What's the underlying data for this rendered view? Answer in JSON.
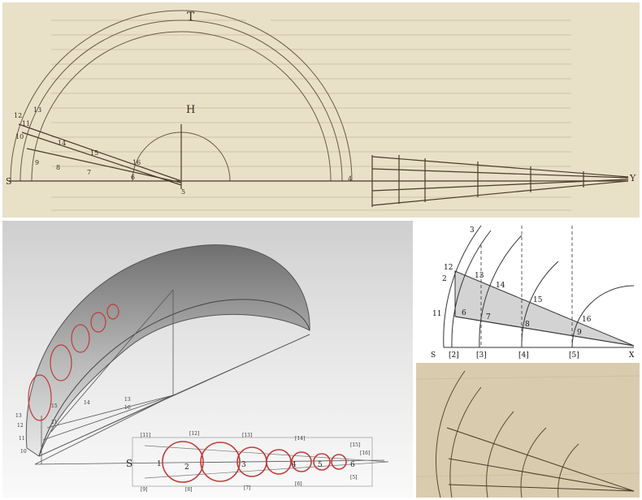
{
  "manuscript": {
    "letter_T": "T",
    "letter_H": "H",
    "point_S": "S",
    "point_Y": "Y",
    "nums": [
      "12",
      "11",
      "10",
      "13",
      "14",
      "15",
      "16",
      "9",
      "8",
      "7",
      "6",
      "5",
      "4"
    ]
  },
  "model3d": {
    "side_nums": [
      "13",
      "12",
      "11",
      "10"
    ],
    "ray_nums": [
      "15",
      "14",
      "13",
      "16",
      "11"
    ],
    "legend": [
      "[11]",
      "[12]",
      "[13]",
      "[14]",
      "[15]",
      "[16]"
    ],
    "under": [
      "[9]",
      "[8]",
      "[7]",
      "[6]",
      "[5]"
    ],
    "circle_nums": [
      "1",
      "2",
      "3",
      "4",
      "5",
      "6"
    ],
    "S": "S"
  },
  "diagram": {
    "labels": [
      "3",
      "12",
      "2",
      "13",
      "14",
      "15",
      "16",
      "11",
      "6",
      "7",
      "8",
      "9"
    ],
    "axis": [
      "S",
      "[2]",
      "[3]",
      "[4]",
      "[5]",
      "X"
    ]
  },
  "colors": {
    "parchment": "#e9e0c8",
    "ink": "#5a4a36",
    "red": "#c23a3a",
    "wedge": "#d3d3d3"
  }
}
